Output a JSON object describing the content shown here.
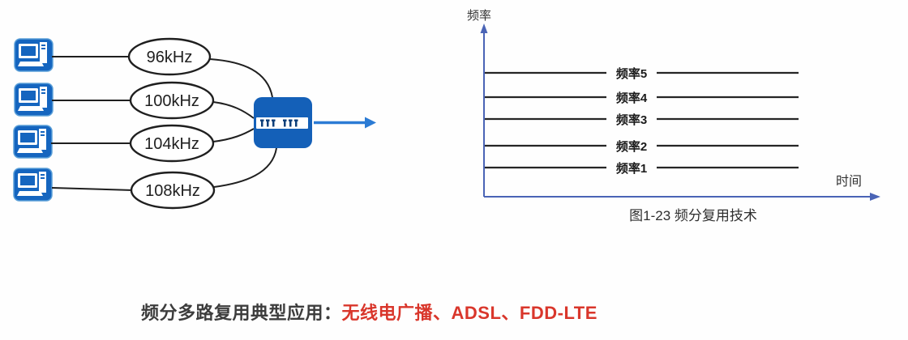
{
  "colors": {
    "background": "#fefefe",
    "device_blue": "#1565bf",
    "mux_blue": "#1460b8",
    "mux_pin_blue": "#0d3f7a",
    "output_arrow_blue": "#2b7bd4",
    "axis_blue": "#4a64b6",
    "diagram_line_dark": "#1f1f1f",
    "footer_text_dark": "#3d3d3d",
    "footer_highlight_red": "#d9362b"
  },
  "left_diagram": {
    "computer_icon": "computer-terminal-icon",
    "multiplexer_icon": "multiplexer-device-icon",
    "channels": [
      {
        "label": "96kHz"
      },
      {
        "label": "100kHz"
      },
      {
        "label": "104kHz"
      },
      {
        "label": "108kHz"
      }
    ]
  },
  "chart": {
    "y_axis_label": "频率",
    "x_axis_label": "时间",
    "bands": [
      {
        "label": "频率5"
      },
      {
        "label": "频率4"
      },
      {
        "label": "频率3"
      },
      {
        "label": "频率2"
      },
      {
        "label": "频率1"
      }
    ],
    "caption": "图1-23 频分复用技术"
  },
  "footer": {
    "prefix": "频分多路复用典型应用：",
    "highlight": "无线电广播、ADSL、FDD-LTE"
  }
}
